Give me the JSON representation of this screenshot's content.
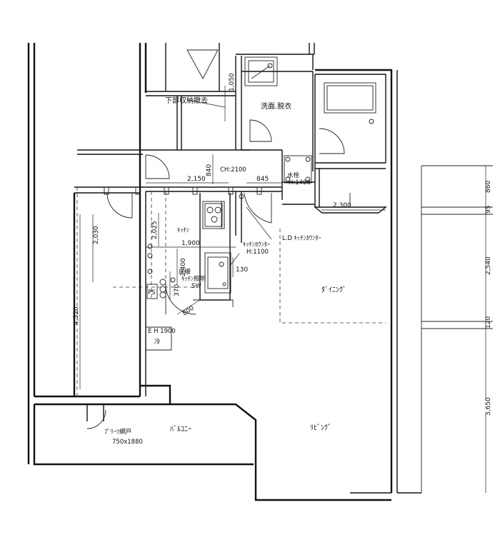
{
  "rooms": {
    "kasoushuno": "下部収納撤去",
    "senmen": "洗面.脱衣",
    "kitchen": "ｷｯﾁﾝ",
    "dining": "ﾀﾞｲﾆﾝｸﾞ",
    "living": "ﾘﾋﾞﾝｸﾞ",
    "balcony": "ﾊﾞﾙｺﾆｰ"
  },
  "labels": {
    "ch": "CH:2100",
    "suisen": "水栓",
    "suisen_h": "H:1400",
    "ld_counter": "L.D ｷｯﾁﾝｶｳﾝﾀｰ",
    "kitchen_counter": "ｷｯﾁﾝｶｳﾝﾀｰ",
    "kitchen_counter_h": "H:1100",
    "yukadan": "床暖",
    "kitchen_light": "ｷｯﾁﾝ照明",
    "sw": "SW",
    "ps": "PS",
    "eh": "E H 1900",
    "rei": "冷",
    "pleat_door": "ﾌﾟﾘｰﾂ網戸",
    "pleat_size": "750x1880"
  },
  "dimensions": {
    "d1050": "1,050",
    "d840": "840",
    "d2150": "2,150",
    "d845": "845",
    "d2030": "2,030",
    "d2025": "2,025",
    "d1900": "1,900",
    "d2400": "2,400",
    "d370": "370",
    "d130": "130",
    "d800": "800",
    "d4520": "4,520",
    "d2300": "2,300",
    "d860": "860",
    "d95": "95",
    "d2540": "2,540",
    "d120": "120",
    "d3650": "3,650"
  }
}
